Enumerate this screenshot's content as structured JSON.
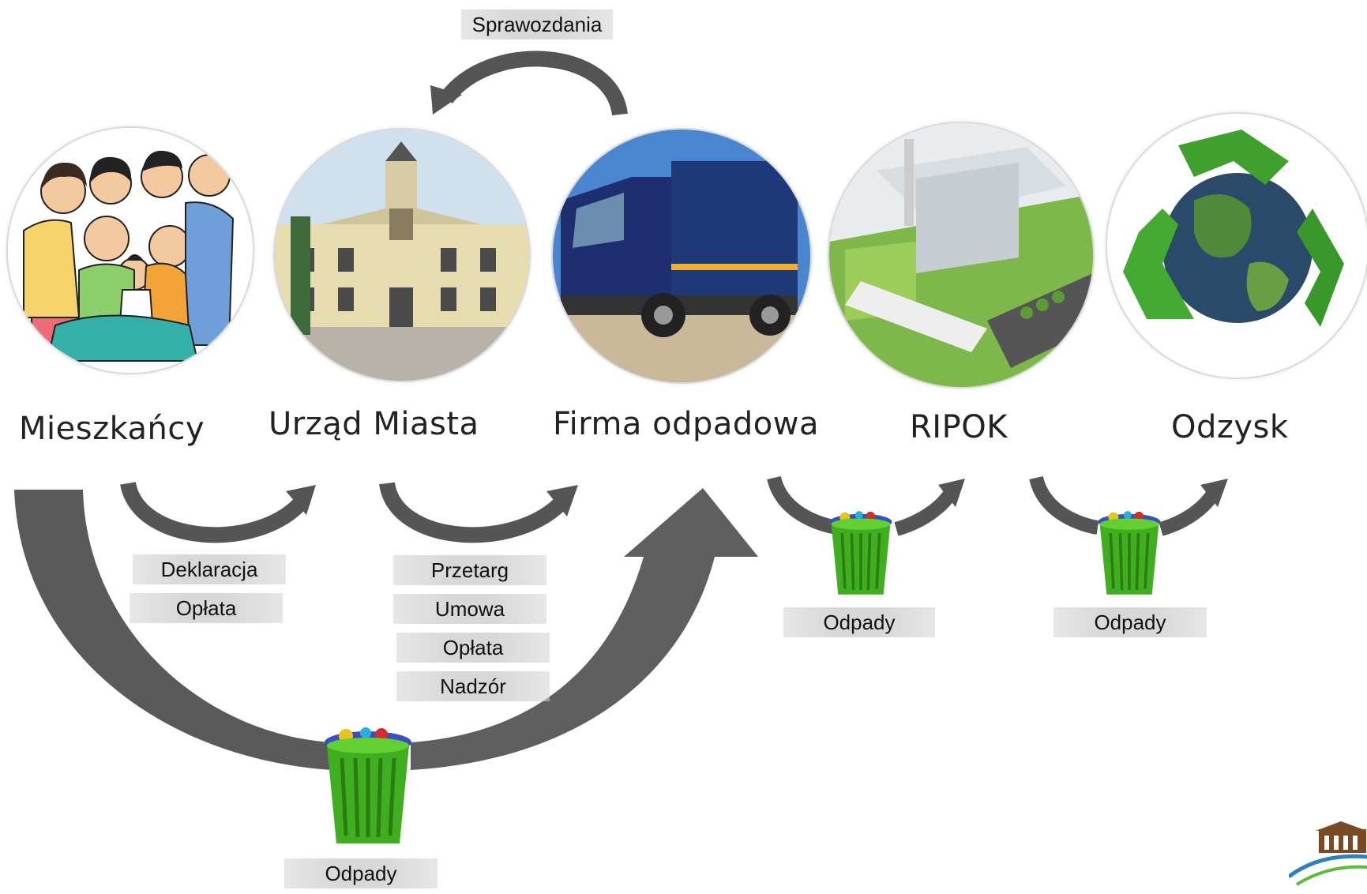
{
  "nodes": [
    {
      "key": "residents",
      "label": "Mieszkańcy"
    },
    {
      "key": "city_hall",
      "label": "Urząd Miasta"
    },
    {
      "key": "waste_company",
      "label": "Firma odpadowa"
    },
    {
      "key": "ripok",
      "label": "RIPOK"
    },
    {
      "key": "recovery",
      "label": "Odzysk"
    }
  ],
  "top_tag": "Sprawozdania",
  "residents_tags": [
    "Deklaracja",
    "Opłata"
  ],
  "city_hall_tags": [
    "Przetarg",
    "Umowa",
    "Opłata",
    "Nadzór"
  ],
  "bin_labels": {
    "main": "Odpady",
    "ripok": "Odpady",
    "recovery": "Odpady"
  },
  "colors": {
    "arrow_dark": "#5a5a5a",
    "tag_bg": "#d8d8d8",
    "bin_green": "#3fae1f"
  },
  "icons": {
    "residents": "family-illustration-icon",
    "city_hall": "town-hall-building-icon",
    "waste_company": "garbage-truck-icon",
    "ripok": "waste-plant-aerial-icon",
    "recovery": "recycling-globe-icon",
    "bin": "trash-bin-icon",
    "logo": "municipal-logo-icon"
  }
}
